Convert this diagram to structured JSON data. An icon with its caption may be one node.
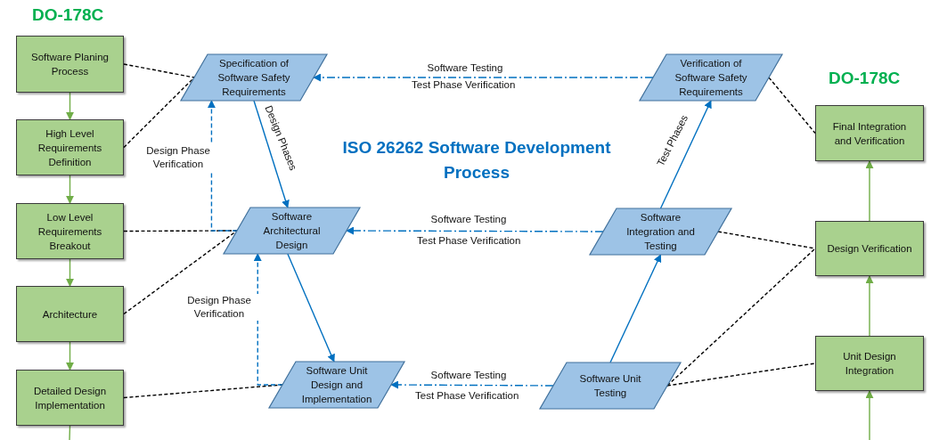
{
  "diagram": {
    "title": "ISO 26262 Software Development Process",
    "nodes": [
      {
        "text": [
          "Software Planing Process"
        ]
      },
      {
        "text": [
          "High Level Requirements Definition"
        ]
      },
      {
        "text": [
          "Low Level Requirements Breakout"
        ]
      },
      {
        "text": [
          "Architecture"
        ]
      },
      {
        "text": [
          "Detailed Design Implementation"
        ]
      },
      {
        "text": [
          "Specification of Software Safety Requirements"
        ]
      },
      {
        "text": [
          "Software Architectural Design"
        ]
      },
      {
        "text": [
          "Software Unit Design and Implementation"
        ]
      },
      {
        "text": [
          "Verification of Software Safety Requirements"
        ]
      },
      {
        "text": [
          "Software Integration and Testing"
        ]
      },
      {
        "text": [
          "Software Unit Testing"
        ]
      },
      {
        "text": [
          "Final Integration and Verification"
        ]
      },
      {
        "text": [
          "Design Verification"
        ]
      },
      {
        "text": [
          "Unit Design Integration"
        ]
      }
    ],
    "edges": [
      {
        "from": 0,
        "to": 1,
        "arrow": "to",
        "color": "#70ad47"
      },
      {
        "from": 1,
        "to": 2,
        "arrow": "to",
        "color": "#70ad47"
      },
      {
        "from": 2,
        "to": 3,
        "arrow": "to",
        "color": "#70ad47"
      },
      {
        "from": 3,
        "to": 4,
        "arrow": "to",
        "color": "#70ad47"
      },
      {
        "from": 4,
        "to": null,
        "arrow": "none",
        "color": "#70ad47"
      },
      {
        "from": 13,
        "to": 12,
        "arrow": "to",
        "color": "#70ad47"
      },
      {
        "from": 12,
        "to": 11,
        "arrow": "to",
        "color": "#70ad47"
      },
      {
        "from": null,
        "to": 13,
        "arrow": "to",
        "color": "#70ad47"
      },
      {
        "from": 0,
        "to": 5,
        "arrow": "none",
        "style": "dashed"
      },
      {
        "from": 1,
        "to": 5,
        "arrow": "none",
        "style": "dashed"
      },
      {
        "from": 2,
        "to": 6,
        "arrow": "none",
        "style": "dashed"
      },
      {
        "from": 3,
        "to": 6,
        "arrow": "none",
        "style": "dashed"
      },
      {
        "from": 4,
        "to": 7,
        "arrow": "none",
        "style": "dashed"
      },
      {
        "from": 8,
        "to": 11,
        "arrow": "none",
        "style": "dashed"
      },
      {
        "from": 9,
        "to": 12,
        "arrow": "none",
        "style": "dashed"
      },
      {
        "from": 10,
        "to": 12,
        "arrow": "none",
        "style": "dashed"
      },
      {
        "from": 10,
        "to": 13,
        "arrow": "none",
        "style": "dashed"
      },
      {
        "from": 5,
        "to": 6,
        "arrow": "to",
        "label": "Design Phases",
        "color": "#0070c0"
      },
      {
        "from": 6,
        "to": 7,
        "arrow": "to",
        "color": "#0070c0"
      },
      {
        "from": 10,
        "to": 9,
        "arrow": "to",
        "color": "#0070c0"
      },
      {
        "from": 9,
        "to": 8,
        "arrow": "to",
        "label": "Test Phases",
        "color": "#0070c0"
      },
      {
        "from": 6,
        "to": 5,
        "arrow": "to",
        "label": "Design Phase Verification",
        "style": "dashed",
        "color": "#0070c0"
      },
      {
        "from": 7,
        "to": 6,
        "arrow": "to",
        "label": "Design Phase Verification",
        "style": "dashed",
        "color": "#0070c0"
      },
      {
        "from": 8,
        "to": 5,
        "arrow": "to",
        "label": "Software Testing",
        "style": "dashed",
        "color": "#0070c0"
      },
      {
        "from": 9,
        "to": 6,
        "arrow": "to",
        "label": "Software Testing",
        "style": "dashed",
        "color": "#0070c0"
      },
      {
        "from": 10,
        "to": 7,
        "arrow": "to",
        "label": "Software Testing",
        "style": "dashed",
        "color": "#0070c0"
      }
    ],
    "labels": [
      "DO-178C",
      "Test Phase Verification",
      "DO-178C",
      "Test Phase Verification",
      "Test Phase Verification"
    ]
  }
}
